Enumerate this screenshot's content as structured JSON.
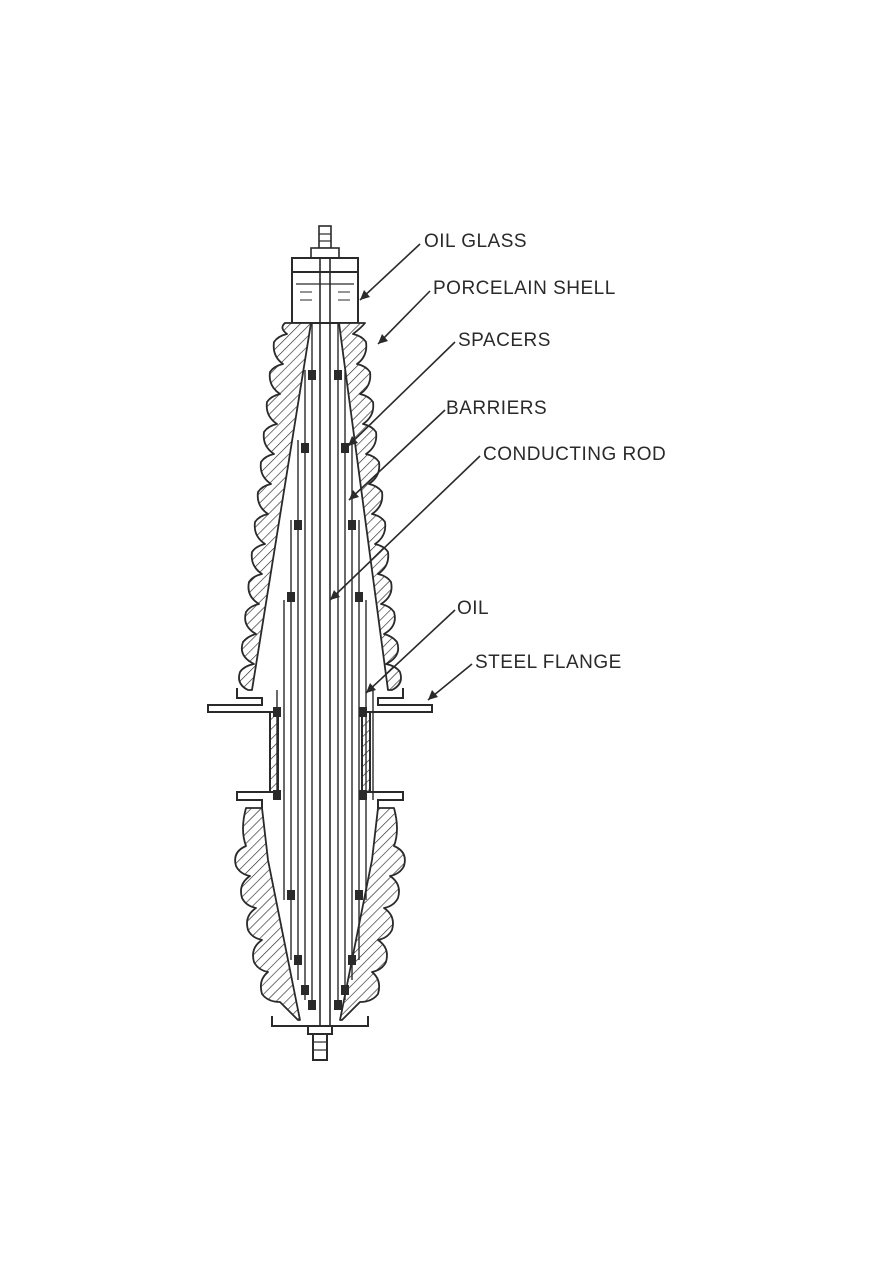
{
  "labels": {
    "oil_glass": "OIL GLASS",
    "porcelain_shell": "PORCELAIN SHELL",
    "spacers": "SPACERS",
    "barriers": "BARRIERS",
    "conducting_rod": "CONDUCTING ROD",
    "oil": "OIL",
    "steel_flange": "STEEL FLANGE"
  },
  "colors": {
    "ink": "#2a2a2a",
    "paper": "#ffffff"
  }
}
